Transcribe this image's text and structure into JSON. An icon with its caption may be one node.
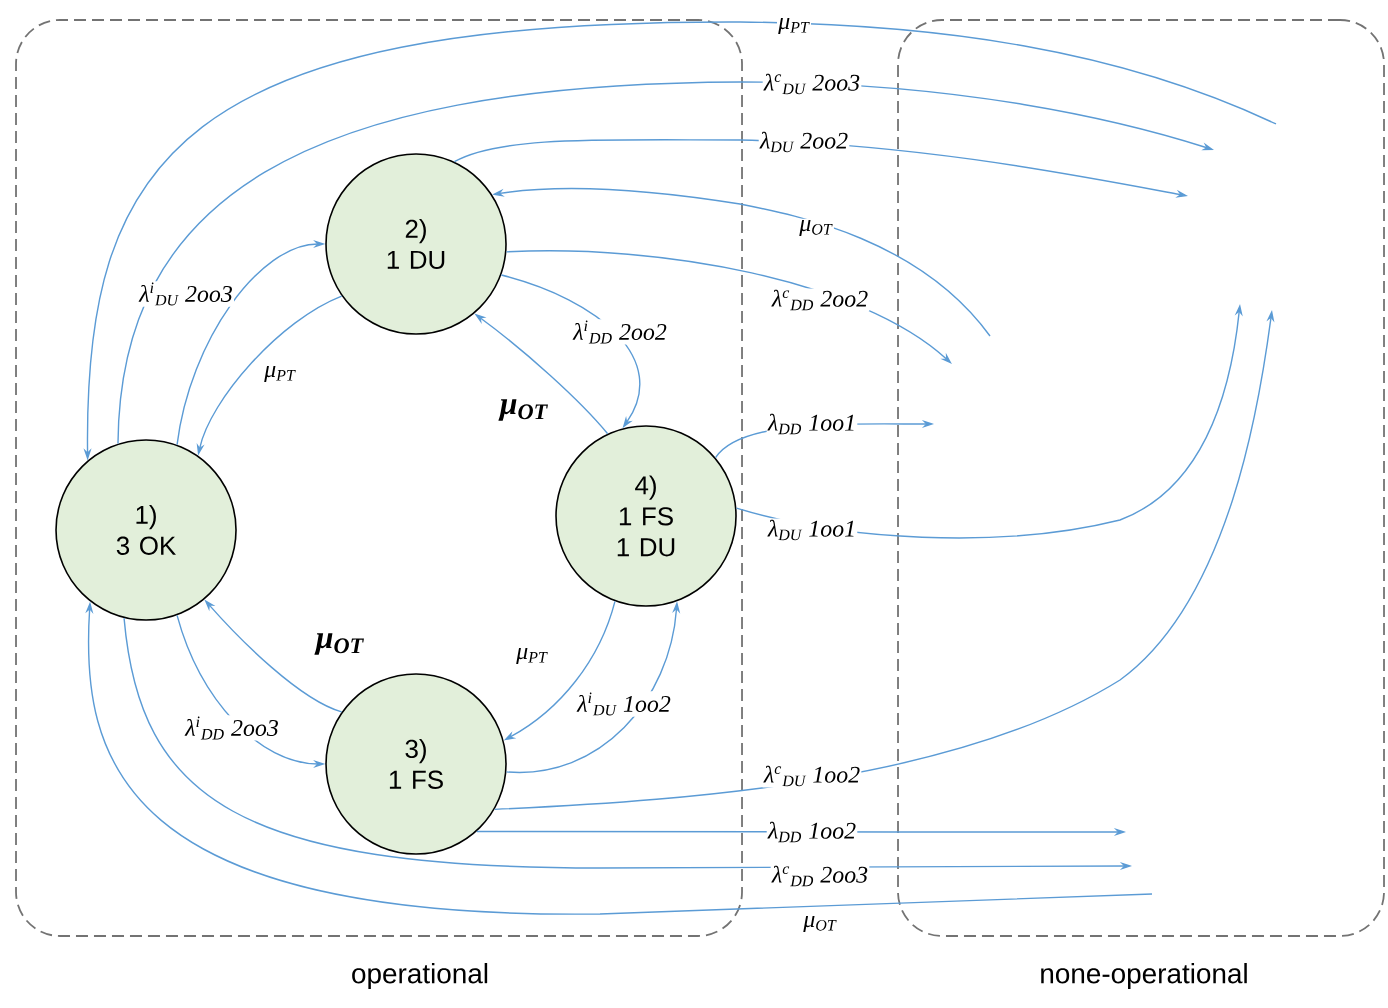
{
  "diagram": {
    "nodes": [
      {
        "text": [
          "operational"
        ]
      },
      {
        "text": [
          "none-operational"
        ]
      },
      {
        "text": [
          "1)",
          "3 OK"
        ],
        "in": 0
      },
      {
        "text": [
          "2)",
          "1 DU"
        ],
        "in": 0
      },
      {
        "text": [
          "3)",
          "1 FS"
        ],
        "in": 0
      },
      {
        "text": [
          "4)",
          "1 FS 1 DU"
        ],
        "in": 0
      }
    ],
    "edges": [
      {
        "from": 2,
        "to": 3,
        "arrow": "to",
        "label": "λ$^{i}$$_{DU}$ 2oo3"
      },
      {
        "from": 3,
        "to": 2,
        "arrow": "to",
        "label": "μ$_{PT}$"
      },
      {
        "from": 3,
        "to": 5,
        "arrow": "to",
        "label": "λ$^{i}$$_{DD}$ 2oo2"
      },
      {
        "from": 5,
        "to": 3,
        "arrow": "to",
        "label": "μ$_{OT}$"
      },
      {
        "from": 4,
        "to": 2,
        "arrow": "to",
        "label": "μ$_{OT}$"
      },
      {
        "from": 2,
        "to": 4,
        "arrow": "to",
        "label": "λ$^{i}$$_{DD}$ 2oo3"
      },
      {
        "from": 5,
        "to": 4,
        "arrow": "to",
        "label": "μ$_{PT}$"
      },
      {
        "from": 4,
        "to": 5,
        "arrow": "to",
        "label": "λ$^{i}$$_{DU}$ 1oo2"
      },
      {
        "from": 1,
        "to": 2,
        "arrow": "to",
        "label": "μ$_{PT}$"
      },
      {
        "from": 2,
        "to": 1,
        "arrow": "to",
        "label": "λ$^{c}$$_{DU}$ 2oo3"
      },
      {
        "from": 3,
        "to": 1,
        "arrow": "to",
        "label": "λ$_{DU}$ 2oo2"
      },
      {
        "from": 1,
        "to": 3,
        "arrow": "to",
        "label": "μ$_{OT}$"
      },
      {
        "from": 3,
        "to": 1,
        "arrow": "to",
        "label": "λ$^{c}$$_{DD}$ 2oo2"
      },
      {
        "from": 5,
        "to": 1,
        "arrow": "to",
        "label": "λ$_{DD}$ 1oo1"
      },
      {
        "from": 5,
        "to": 1,
        "arrow": "to",
        "label": "λ$_{DU}$ 1oo1"
      },
      {
        "from": 4,
        "to": 1,
        "arrow": "to",
        "label": "λ$^{c}$$_{DU}$ 1oo2"
      },
      {
        "from": 4,
        "to": 1,
        "arrow": "to",
        "label": "λ$_{DD}$ 1oo2"
      },
      {
        "from": 2,
        "to": 1,
        "arrow": "to",
        "label": "λ$^{c}$$_{DD}$ 2oo3"
      },
      {
        "from": 1,
        "to": 2,
        "arrow": "to",
        "label": "μ$_{OT}$"
      }
    ]
  }
}
